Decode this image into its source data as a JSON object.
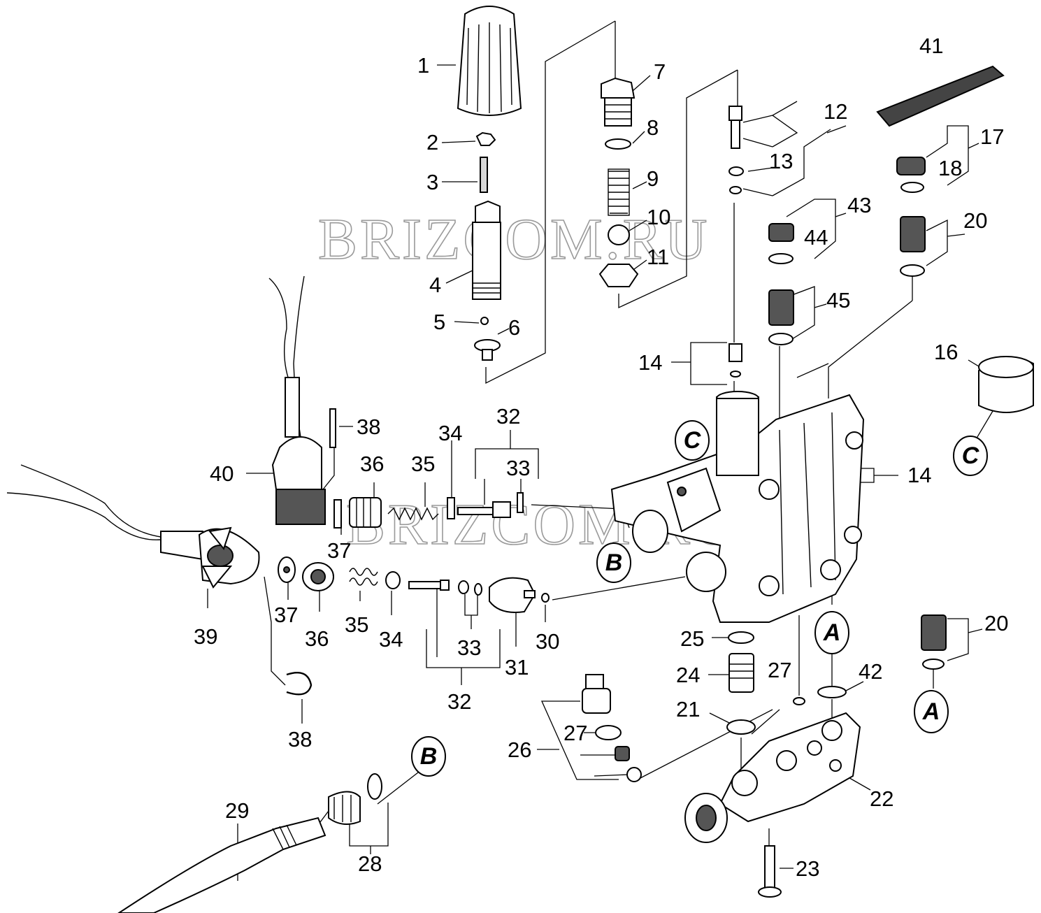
{
  "watermark": "BRIZCOM.RU",
  "callouts": {
    "n1": "1",
    "n2": "2",
    "n3": "3",
    "n4": "4",
    "n5": "5",
    "n6": "6",
    "n7": "7",
    "n8": "8",
    "n9": "9",
    "n10": "10",
    "n11": "11",
    "n12": "12",
    "n13": "13",
    "n14a": "14",
    "n14b": "14",
    "n16": "16",
    "n17": "17",
    "n18": "18",
    "n20a": "20",
    "n20b": "20",
    "n21": "21",
    "n22": "22",
    "n23": "23",
    "n24": "24",
    "n25": "25",
    "n26": "26",
    "n27a": "27",
    "n27b": "27",
    "n28": "28",
    "n29": "29",
    "n30": "30",
    "n31": "31",
    "n32a": "32",
    "n32b": "32",
    "n33a": "33",
    "n33b": "33",
    "n34a": "34",
    "n34b": "34",
    "n35a": "35",
    "n35b": "35",
    "n36a": "36",
    "n36b": "36",
    "n37a": "37",
    "n37b": "37",
    "n38a": "38",
    "n38b": "38",
    "n39": "39",
    "n40": "40",
    "n41": "41",
    "n42": "42",
    "n43": "43",
    "n44": "44",
    "n45": "45"
  },
  "refs": {
    "a1": "A",
    "a2": "A",
    "b1": "B",
    "b2": "B",
    "c1": "C",
    "c2": "C"
  }
}
